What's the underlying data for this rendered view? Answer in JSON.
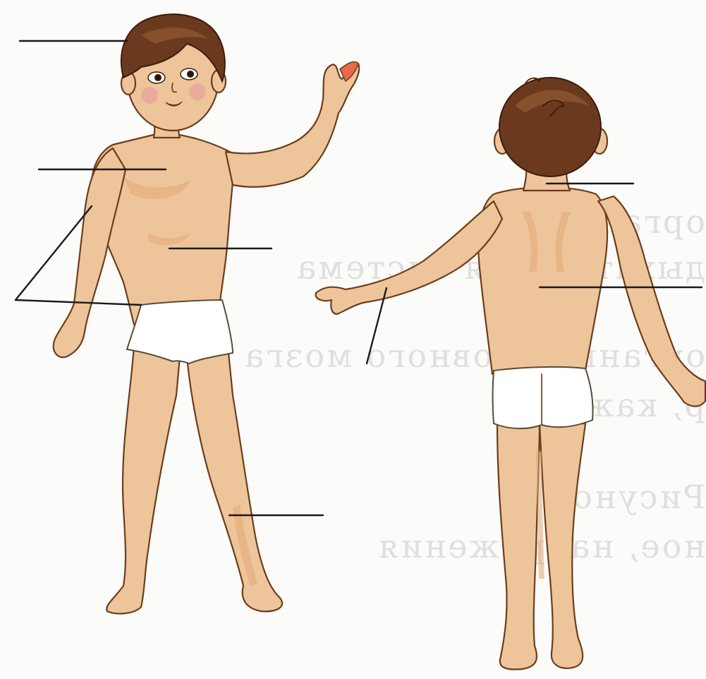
{
  "figure": {
    "subjects": [
      "boy-front-view",
      "boy-back-view"
    ],
    "ghost_text_lines": [
      "орган",
      "дыхательная система",
      "органы головного мозга",
      "р, каждая",
      "Рисунок",
      "ное, напряжения"
    ],
    "colors": {
      "skin": "#eec59a",
      "hair": "#6b3a1e",
      "outline": "#6b3d1d",
      "leader_line": "#1a1a1a",
      "background": "#fbfbf9"
    }
  }
}
